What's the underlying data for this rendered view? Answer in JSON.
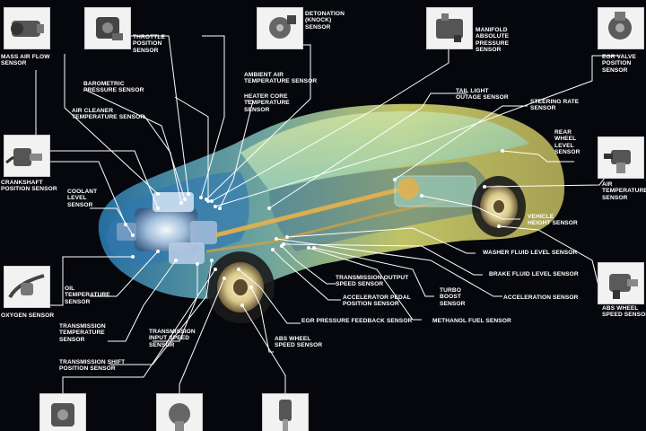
{
  "colors": {
    "background": "#05070c",
    "leader": "#ffffff",
    "car_glow_yellow": "#f2f07a",
    "car_glow_cyan": "#7fe3e0",
    "car_glow_blue": "#2c8fc4"
  },
  "sensors": {
    "mass_air_flow": "MASS AIR FLOW\nSENSOR",
    "crankshaft_position": "CRANKSHAFT\nPOSITION SENSOR",
    "oxygen": "OXYGEN SENSOR",
    "throttle_position": "THROTTLE\nPOSITION\nSENSOR",
    "detonation": "DETONATION\n(KNOCK)\nSENSOR",
    "manifold_absolute_pressure": "MANIFOLD\nABSOLUTE\nPRESSURE\nSENSOR",
    "egr_valve_position": "EGR VALVE\nPOSITION\nSENSOR",
    "barometric_pressure": "BAROMETRIC\nPRESSURE SENSOR",
    "ambient_air_temperature": "AMBIENT AIR\nTEMPERATURE SENSOR",
    "air_cleaner_temperature": "AIR CLEANER\nTEMPERATURE SENSOR",
    "heater_core_temperature": "HEATER CORE\nTEMPERATURE\nSENSOR",
    "tail_light_outage": "TAIL LIGHT\nOUTAGE SENSOR",
    "steering_rate": "STEERING RATE\nSENSOR",
    "rear_wheel_level": "REAR\nWHEEL\nLEVEL\nSENSOR",
    "air_temperature": "AIR\nTEMPERATURE\nSENSOR",
    "coolant_level": "COOLANT\nLEVEL\nSENSOR",
    "vehicle_height": "VEHICLE\nHEIGHT SENSOR",
    "washer_fluid_level": "WASHER FLUID LEVEL SENSOR",
    "brake_fluid_level": "BRAKE FLUID LEVEL SENSOR",
    "acceleration": "ACCELERATION SENSOR",
    "abs_wheel_speed_right": "ABS WHEEL\nSPEED SENSOR",
    "oil_temperature": "OIL\nTEMPERATURE\nSENSOR",
    "transmission_output_speed": "TRANSMISSION OUTPUT\nSPEED SENSOR",
    "accelerator_pedal_position": "ACCELERATOR PEDAL\nPOSITION SENSOR",
    "turbo_boost": "TURBO\nBOOST\nSENSOR",
    "egr_pressure_feedback": "EGR PRESSURE FEEDBACK SENSOR",
    "methanol_fuel": "METHANOL FUEL SENSOR",
    "transmission_temperature": "TRANSMISSION\nTEMPERATURE\nSENSOR",
    "transmission_input_speed": "TRANSMISSION\nINPUT SPEED\nSENSOR",
    "transmission_shift_position": "TRANSMISSION SHIFT\nPOSITION SENSOR",
    "abs_wheel_speed_bottom": "ABS WHEEL\nSPEED SENSOR"
  },
  "icons": {
    "thumb_maf": "mass-air-flow-sensor-icon",
    "thumb_tps": "throttle-position-sensor-icon",
    "thumb_knock": "knock-sensor-icon",
    "thumb_map": "map-sensor-icon",
    "thumb_egr": "egr-valve-sensor-icon",
    "thumb_crank": "crankshaft-sensor-icon",
    "thumb_airtemp": "air-temperature-sensor-icon",
    "thumb_o2": "oxygen-sensor-icon",
    "thumb_abs": "abs-wheel-speed-sensor-icon",
    "thumb_bottom": "bottom-sensor-icon"
  }
}
